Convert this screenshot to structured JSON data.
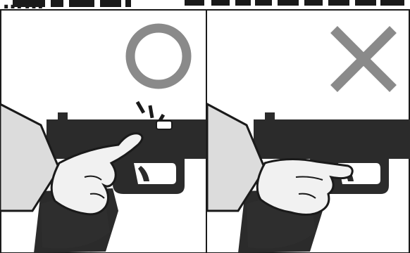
{
  "header": {
    "caption_fragment": "……"
  },
  "panels": [
    {
      "id": "correct",
      "mark": "circle-mark",
      "mark_color": "#8a8a8a",
      "depiction": "trigger-finger-outside-guard",
      "accent_icon": "tap-emphasis-lines"
    },
    {
      "id": "incorrect",
      "mark": "cross-mark",
      "mark_color": "#8a8a8a",
      "depiction": "trigger-finger-on-trigger"
    }
  ],
  "colors": {
    "border": "#1a1a1a",
    "pistol": "#2b2b2b",
    "glove": "#2e2e2e",
    "skin": "#f1f1f1",
    "sleeve": "#dcdcdc",
    "mark": "#8a8a8a"
  }
}
